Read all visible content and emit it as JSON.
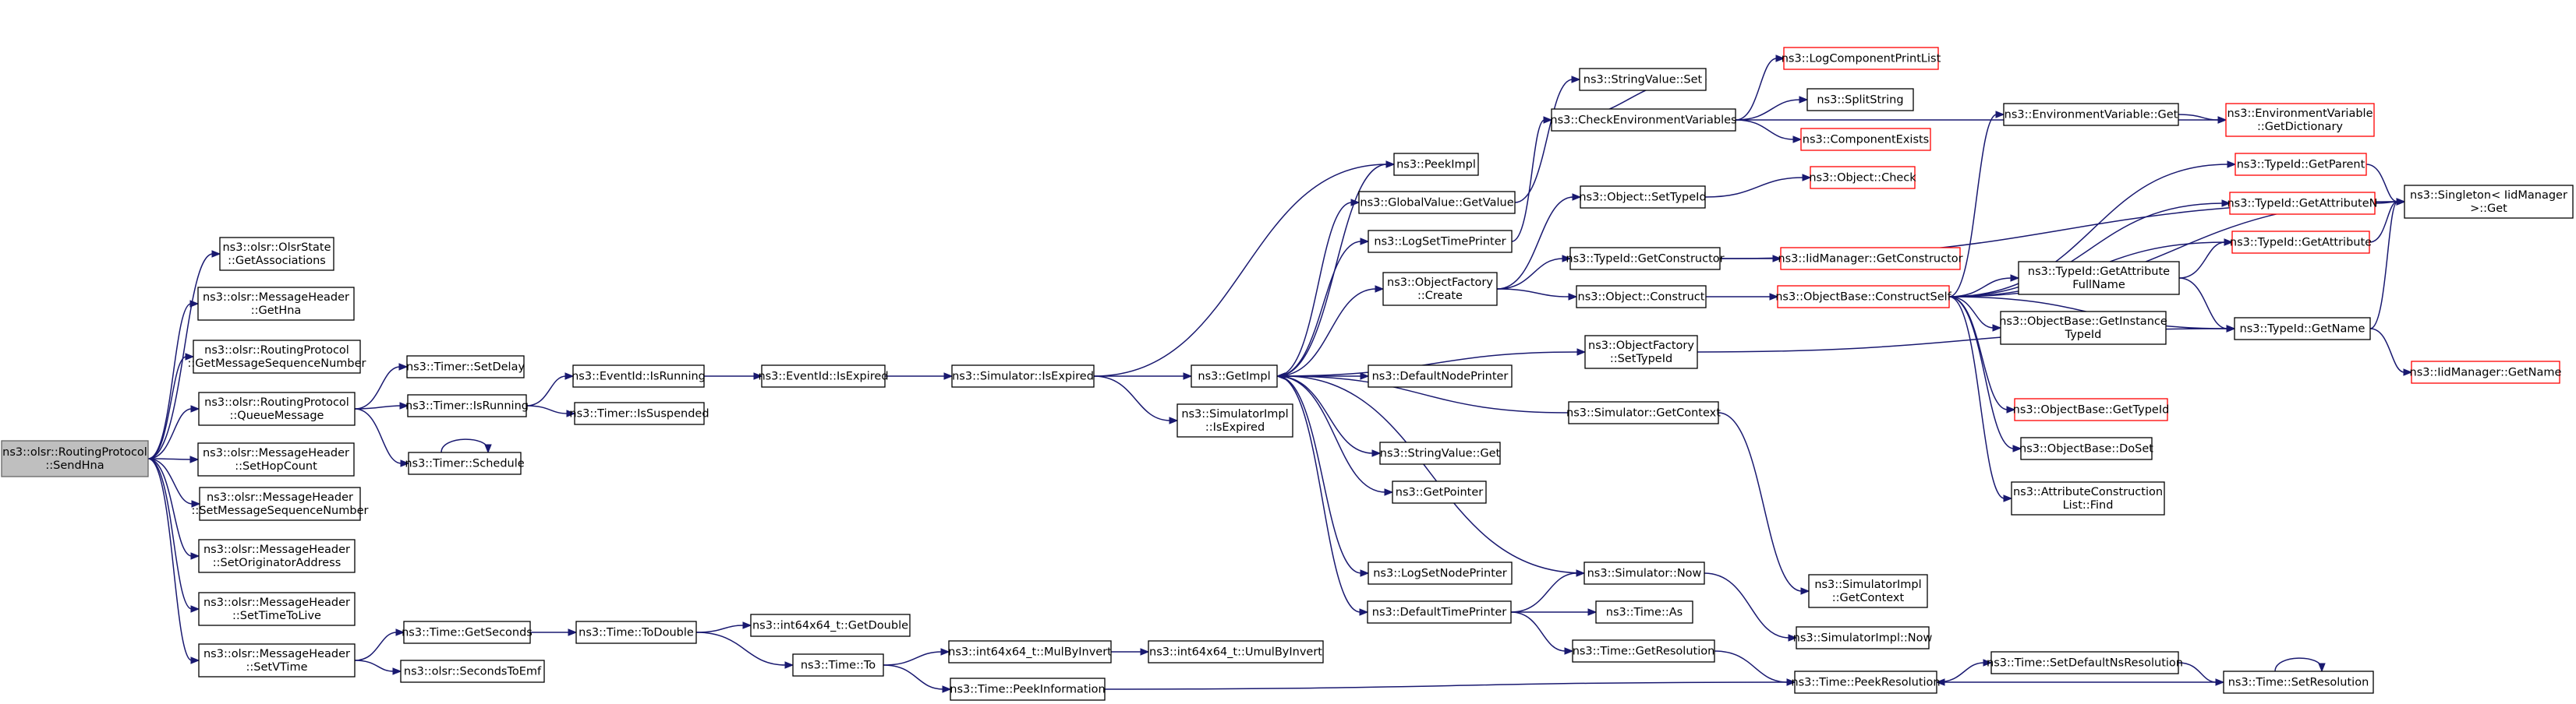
{
  "colors": {
    "background": "#ffffff",
    "node_fill": "#ffffff",
    "node_border": "#000000",
    "root_fill": "#bfbfbf",
    "truncated_border": "#ff0000",
    "edge": "#191970"
  },
  "nodes": [
    {
      "id": "SendHna",
      "lines": [
        "ns3::olsr::RoutingProtocol",
        "::SendHna"
      ],
      "style": "root"
    },
    {
      "id": "GetAssociations",
      "lines": [
        "ns3::olsr::OlsrState",
        "::GetAssociations"
      ],
      "style": "normal"
    },
    {
      "id": "GetHna",
      "lines": [
        "ns3::olsr::MessageHeader",
        "::GetHna"
      ],
      "style": "normal"
    },
    {
      "id": "GetMessageSequenceNumber",
      "lines": [
        "ns3::olsr::RoutingProtocol",
        "::GetMessageSequenceNumber"
      ],
      "style": "normal"
    },
    {
      "id": "QueueMessage",
      "lines": [
        "ns3::olsr::RoutingProtocol",
        "::QueueMessage"
      ],
      "style": "normal"
    },
    {
      "id": "SetHopCount",
      "lines": [
        "ns3::olsr::MessageHeader",
        "::SetHopCount"
      ],
      "style": "normal"
    },
    {
      "id": "SetMessageSequenceNumber",
      "lines": [
        "ns3::olsr::MessageHeader",
        "::SetMessageSequenceNumber"
      ],
      "style": "normal"
    },
    {
      "id": "SetOriginatorAddress",
      "lines": [
        "ns3::olsr::MessageHeader",
        "::SetOriginatorAddress"
      ],
      "style": "normal"
    },
    {
      "id": "SetTimeToLive",
      "lines": [
        "ns3::olsr::MessageHeader",
        "::SetTimeToLive"
      ],
      "style": "normal"
    },
    {
      "id": "SetVTime",
      "lines": [
        "ns3::olsr::MessageHeader",
        "::SetVTime"
      ],
      "style": "normal"
    },
    {
      "id": "TimerSetDelay",
      "lines": [
        "ns3::Timer::SetDelay"
      ],
      "style": "normal"
    },
    {
      "id": "TimerIsRunning",
      "lines": [
        "ns3::Timer::IsRunning"
      ],
      "style": "normal"
    },
    {
      "id": "TimerSchedule",
      "lines": [
        "ns3::Timer::Schedule"
      ],
      "style": "normal"
    },
    {
      "id": "EventIdIsRunning",
      "lines": [
        "ns3::EventId::IsRunning"
      ],
      "style": "normal"
    },
    {
      "id": "TimerIsSuspended",
      "lines": [
        "ns3::Timer::IsSuspended"
      ],
      "style": "normal"
    },
    {
      "id": "EventIdIsExpired",
      "lines": [
        "ns3::EventId::IsExpired"
      ],
      "style": "normal"
    },
    {
      "id": "SimulatorIsExpired",
      "lines": [
        "ns3::Simulator::IsExpired"
      ],
      "style": "normal"
    },
    {
      "id": "GetImpl",
      "lines": [
        "ns3::GetImpl"
      ],
      "style": "normal"
    },
    {
      "id": "SimulatorImplIsExpired",
      "lines": [
        "ns3::SimulatorImpl",
        "::IsExpired"
      ],
      "style": "normal"
    },
    {
      "id": "TimeGetSeconds",
      "lines": [
        "ns3::Time::GetSeconds"
      ],
      "style": "normal"
    },
    {
      "id": "SecondsToEmf",
      "lines": [
        "ns3::olsr::SecondsToEmf"
      ],
      "style": "normal"
    },
    {
      "id": "TimeToDouble",
      "lines": [
        "ns3::Time::ToDouble"
      ],
      "style": "normal"
    },
    {
      "id": "Int64GetDouble",
      "lines": [
        "ns3::int64x64_t::GetDouble"
      ],
      "style": "normal"
    },
    {
      "id": "TimeTo",
      "lines": [
        "ns3::Time::To"
      ],
      "style": "normal"
    },
    {
      "id": "MulByInvert",
      "lines": [
        "ns3::int64x64_t::MulByInvert"
      ],
      "style": "normal"
    },
    {
      "id": "UmulByInvert",
      "lines": [
        "ns3::int64x64_t::UmulByInvert"
      ],
      "style": "normal"
    },
    {
      "id": "PeekInformation",
      "lines": [
        "ns3::Time::PeekInformation"
      ],
      "style": "normal"
    },
    {
      "id": "PeekImpl",
      "lines": [
        "ns3::PeekImpl"
      ],
      "style": "normal"
    },
    {
      "id": "GlobalValueGetValue",
      "lines": [
        "ns3::GlobalValue::GetValue"
      ],
      "style": "normal"
    },
    {
      "id": "LogSetTimePrinter",
      "lines": [
        "ns3::LogSetTimePrinter"
      ],
      "style": "normal"
    },
    {
      "id": "ObjectFactoryCreate",
      "lines": [
        "ns3::ObjectFactory",
        "::Create"
      ],
      "style": "normal"
    },
    {
      "id": "DefaultNodePrinter",
      "lines": [
        "ns3::DefaultNodePrinter"
      ],
      "style": "normal"
    },
    {
      "id": "StringValueGet",
      "lines": [
        "ns3::StringValue::Get"
      ],
      "style": "normal"
    },
    {
      "id": "GetPointer",
      "lines": [
        "ns3::GetPointer"
      ],
      "style": "normal"
    },
    {
      "id": "LogSetNodePrinter",
      "lines": [
        "ns3::LogSetNodePrinter"
      ],
      "style": "normal"
    },
    {
      "id": "DefaultTimePrinter",
      "lines": [
        "ns3::DefaultTimePrinter"
      ],
      "style": "normal"
    },
    {
      "id": "StringValueSet",
      "lines": [
        "ns3::StringValue::Set"
      ],
      "style": "normal"
    },
    {
      "id": "CheckEnvironmentVariables",
      "lines": [
        "ns3::CheckEnvironmentVariables"
      ],
      "style": "normal"
    },
    {
      "id": "ObjectSetTypeId",
      "lines": [
        "ns3::Object::SetTypeId"
      ],
      "style": "normal"
    },
    {
      "id": "TypeIdGetConstructor",
      "lines": [
        "ns3::TypeId::GetConstructor"
      ],
      "style": "normal"
    },
    {
      "id": "ObjectConstruct",
      "lines": [
        "ns3::Object::Construct"
      ],
      "style": "normal"
    },
    {
      "id": "ObjectFactorySetTypeId",
      "lines": [
        "ns3::ObjectFactory",
        "::SetTypeId"
      ],
      "style": "normal"
    },
    {
      "id": "SimulatorGetContext",
      "lines": [
        "ns3::Simulator::GetContext"
      ],
      "style": "normal"
    },
    {
      "id": "SimulatorNow",
      "lines": [
        "ns3::Simulator::Now"
      ],
      "style": "normal"
    },
    {
      "id": "TimeAs",
      "lines": [
        "ns3::Time::As"
      ],
      "style": "normal"
    },
    {
      "id": "TimeGetResolution",
      "lines": [
        "ns3::Time::GetResolution"
      ],
      "style": "normal"
    },
    {
      "id": "SimulatorImplGetContext",
      "lines": [
        "ns3::SimulatorImpl",
        "::GetContext"
      ],
      "style": "normal"
    },
    {
      "id": "SimulatorImplNow",
      "lines": [
        "ns3::SimulatorImpl::Now"
      ],
      "style": "normal"
    },
    {
      "id": "PeekResolution",
      "lines": [
        "ns3::Time::PeekResolution"
      ],
      "style": "normal"
    },
    {
      "id": "LogComponentPrintList",
      "lines": [
        "ns3::LogComponentPrintList"
      ],
      "style": "truncated"
    },
    {
      "id": "SplitString",
      "lines": [
        "ns3::SplitString"
      ],
      "style": "normal"
    },
    {
      "id": "ComponentExists",
      "lines": [
        "ns3::ComponentExists"
      ],
      "style": "truncated"
    },
    {
      "id": "ObjectCheck",
      "lines": [
        "ns3::Object::Check"
      ],
      "style": "truncated"
    },
    {
      "id": "IidManagerGetConstructor",
      "lines": [
        "ns3::IidManager::GetConstructor"
      ],
      "style": "truncated"
    },
    {
      "id": "ObjectBaseConstructSelf",
      "lines": [
        "ns3::ObjectBase::ConstructSelf"
      ],
      "style": "truncated"
    },
    {
      "id": "EnvVarGet",
      "lines": [
        "ns3::EnvironmentVariable::Get"
      ],
      "style": "normal"
    },
    {
      "id": "EnvVarGetDictionary",
      "lines": [
        "ns3::EnvironmentVariable",
        "::GetDictionary"
      ],
      "style": "truncated"
    },
    {
      "id": "TypeIdGetParent",
      "lines": [
        "ns3::TypeId::GetParent"
      ],
      "style": "truncated"
    },
    {
      "id": "TypeIdGetAttributeN",
      "lines": [
        "ns3::TypeId::GetAttributeN"
      ],
      "style": "truncated"
    },
    {
      "id": "TypeIdGetAttribute",
      "lines": [
        "ns3::TypeId::GetAttribute"
      ],
      "style": "truncated"
    },
    {
      "id": "TypeIdGetAttributeFullName",
      "lines": [
        "ns3::TypeId::GetAttribute",
        "FullName"
      ],
      "style": "normal"
    },
    {
      "id": "ObjectBaseGetInstanceTypeId",
      "lines": [
        "ns3::ObjectBase::GetInstance",
        "TypeId"
      ],
      "style": "normal"
    },
    {
      "id": "ObjectBaseGetTypeId",
      "lines": [
        "ns3::ObjectBase::GetTypeId"
      ],
      "style": "truncated"
    },
    {
      "id": "ObjectBaseDoSet",
      "lines": [
        "ns3::ObjectBase::DoSet"
      ],
      "style": "normal"
    },
    {
      "id": "AttributeConstructionListFind",
      "lines": [
        "ns3::AttributeConstruction",
        "List::Find"
      ],
      "style": "normal"
    },
    {
      "id": "SingletonGet",
      "lines": [
        "ns3::Singleton< IidManager",
        " >::Get"
      ],
      "style": "normal"
    },
    {
      "id": "TypeIdGetName",
      "lines": [
        "ns3::TypeId::GetName"
      ],
      "style": "normal"
    },
    {
      "id": "IidManagerGetName",
      "lines": [
        "ns3::IidManager::GetName"
      ],
      "style": "truncated"
    },
    {
      "id": "SetDefaultNsResolution",
      "lines": [
        "ns3::Time::SetDefaultNsResolution"
      ],
      "style": "normal"
    },
    {
      "id": "SetResolution",
      "lines": [
        "ns3::Time::SetResolution"
      ],
      "style": "normal"
    }
  ],
  "edges": [
    [
      "SendHna",
      "GetAssociations"
    ],
    [
      "SendHna",
      "GetHna"
    ],
    [
      "SendHna",
      "GetMessageSequenceNumber"
    ],
    [
      "SendHna",
      "QueueMessage"
    ],
    [
      "SendHna",
      "SetHopCount"
    ],
    [
      "SendHna",
      "SetMessageSequenceNumber"
    ],
    [
      "SendHna",
      "SetOriginatorAddress"
    ],
    [
      "SendHna",
      "SetTimeToLive"
    ],
    [
      "SendHna",
      "SetVTime"
    ],
    [
      "QueueMessage",
      "TimerSetDelay"
    ],
    [
      "QueueMessage",
      "TimerIsRunning"
    ],
    [
      "QueueMessage",
      "TimerSchedule"
    ],
    [
      "TimerIsRunning",
      "EventIdIsRunning"
    ],
    [
      "TimerIsRunning",
      "TimerIsSuspended"
    ],
    [
      "TimerSchedule",
      "TimerSchedule"
    ],
    [
      "EventIdIsRunning",
      "EventIdIsExpired"
    ],
    [
      "EventIdIsExpired",
      "SimulatorIsExpired"
    ],
    [
      "SimulatorIsExpired",
      "GetImpl"
    ],
    [
      "SimulatorIsExpired",
      "SimulatorImplIsExpired"
    ],
    [
      "SimulatorIsExpired",
      "PeekImpl"
    ],
    [
      "GetImpl",
      "PeekImpl"
    ],
    [
      "GetImpl",
      "GlobalValueGetValue"
    ],
    [
      "GetImpl",
      "LogSetTimePrinter"
    ],
    [
      "GetImpl",
      "ObjectFactoryCreate"
    ],
    [
      "GetImpl",
      "ObjectFactorySetTypeId"
    ],
    [
      "GetImpl",
      "DefaultNodePrinter"
    ],
    [
      "GetImpl",
      "StringValueGet"
    ],
    [
      "GetImpl",
      "GetPointer"
    ],
    [
      "GetImpl",
      "LogSetNodePrinter"
    ],
    [
      "GetImpl",
      "DefaultTimePrinter"
    ],
    [
      "GlobalValueGetValue",
      "StringValueSet"
    ],
    [
      "LogSetTimePrinter",
      "CheckEnvironmentVariables"
    ],
    [
      "CheckEnvironmentVariables",
      "StringValueSet"
    ],
    [
      "CheckEnvironmentVariables",
      "LogComponentPrintList"
    ],
    [
      "CheckEnvironmentVariables",
      "SplitString"
    ],
    [
      "CheckEnvironmentVariables",
      "ComponentExists"
    ],
    [
      "CheckEnvironmentVariables",
      "EnvVarGetDictionary"
    ],
    [
      "ObjectFactoryCreate",
      "ObjectSetTypeId"
    ],
    [
      "ObjectFactoryCreate",
      "TypeIdGetConstructor"
    ],
    [
      "ObjectFactoryCreate",
      "ObjectConstruct"
    ],
    [
      "ObjectSetTypeId",
      "ObjectCheck"
    ],
    [
      "TypeIdGetConstructor",
      "IidManagerGetConstructor"
    ],
    [
      "TypeIdGetConstructor",
      "SingletonGet"
    ],
    [
      "ObjectConstruct",
      "ObjectBaseConstructSelf"
    ],
    [
      "ObjectFactorySetTypeId",
      "TypeIdGetName"
    ],
    [
      "SimulatorGetContext",
      "GetImpl"
    ],
    [
      "SimulatorGetContext",
      "SimulatorImplGetContext"
    ],
    [
      "SimulatorNow",
      "GetImpl"
    ],
    [
      "SimulatorNow",
      "SimulatorImplNow"
    ],
    [
      "DefaultTimePrinter",
      "SimulatorNow"
    ],
    [
      "DefaultTimePrinter",
      "TimeAs"
    ],
    [
      "DefaultTimePrinter",
      "TimeGetResolution"
    ],
    [
      "TimeGetResolution",
      "PeekResolution"
    ],
    [
      "ObjectBaseConstructSelf",
      "EnvVarGet"
    ],
    [
      "ObjectBaseConstructSelf",
      "TypeIdGetParent"
    ],
    [
      "ObjectBaseConstructSelf",
      "TypeIdGetAttributeN"
    ],
    [
      "ObjectBaseConstructSelf",
      "TypeIdGetAttribute"
    ],
    [
      "ObjectBaseConstructSelf",
      "TypeIdGetAttributeFullName"
    ],
    [
      "ObjectBaseConstructSelf",
      "ObjectBaseGetInstanceTypeId"
    ],
    [
      "ObjectBaseConstructSelf",
      "ObjectBaseGetTypeId"
    ],
    [
      "ObjectBaseConstructSelf",
      "ObjectBaseDoSet"
    ],
    [
      "ObjectBaseConstructSelf",
      "AttributeConstructionListFind"
    ],
    [
      "ObjectBaseConstructSelf",
      "TypeIdGetName"
    ],
    [
      "ObjectBaseConstructSelf",
      "SingletonGet"
    ],
    [
      "EnvVarGet",
      "EnvVarGetDictionary"
    ],
    [
      "TypeIdGetParent",
      "SingletonGet"
    ],
    [
      "TypeIdGetAttributeN",
      "SingletonGet"
    ],
    [
      "TypeIdGetAttribute",
      "SingletonGet"
    ],
    [
      "TypeIdGetAttributeFullName",
      "TypeIdGetAttribute"
    ],
    [
      "TypeIdGetAttributeFullName",
      "TypeIdGetName"
    ],
    [
      "TypeIdGetName",
      "SingletonGet"
    ],
    [
      "TypeIdGetName",
      "IidManagerGetName"
    ],
    [
      "SetVTime",
      "TimeGetSeconds"
    ],
    [
      "SetVTime",
      "SecondsToEmf"
    ],
    [
      "TimeGetSeconds",
      "TimeToDouble"
    ],
    [
      "TimeToDouble",
      "Int64GetDouble"
    ],
    [
      "TimeToDouble",
      "TimeTo"
    ],
    [
      "TimeTo",
      "MulByInvert"
    ],
    [
      "TimeTo",
      "PeekInformation"
    ],
    [
      "MulByInvert",
      "UmulByInvert"
    ],
    [
      "PeekInformation",
      "PeekResolution"
    ],
    [
      "PeekResolution",
      "SetDefaultNsResolution"
    ],
    [
      "SetDefaultNsResolution",
      "SetResolution"
    ],
    [
      "SetResolution",
      "SetResolution"
    ],
    [
      "SetResolution",
      "PeekResolution"
    ]
  ]
}
